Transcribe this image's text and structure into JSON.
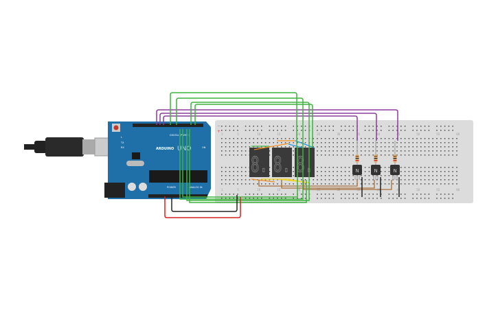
{
  "arduino": {
    "model_label": "UNO",
    "brand_label": "ARDUINO",
    "digital_label": "DIGITAL (PWM~)",
    "power_label": "POWER",
    "analog_label": "ANALOG IN",
    "on_label": "ON",
    "tx_label": "TX",
    "rx_label": "RX",
    "l_label": "L"
  },
  "breadboard": {
    "column_labels": [
      "1",
      "5",
      "10",
      "15",
      "20",
      "25",
      "30",
      "35",
      "40",
      "45",
      "50",
      "55",
      "60"
    ],
    "row_labels": [
      "a",
      "b",
      "c",
      "d",
      "e",
      "f",
      "g",
      "h",
      "i",
      "j"
    ],
    "rail_minus": "−",
    "rail_plus": "+"
  },
  "transistors": [
    {
      "label": "N"
    },
    {
      "label": "N"
    },
    {
      "label": "N"
    }
  ],
  "displays": [
    {
      "digit": "8."
    },
    {
      "digit": "8."
    },
    {
      "digit": "8."
    }
  ],
  "colors": {
    "arduino_blue": "#1f6fa8",
    "breadboard": "#dcdcdc",
    "wire_green": "#3cb43c",
    "wire_purple": "#8a3c9c",
    "wire_red": "#d42020",
    "wire_black": "#222222",
    "wire_brown": "#a5703c",
    "wire_orange": "#f08c1e",
    "wire_yellow": "#f0d21e",
    "wire_blue": "#2896dc"
  }
}
